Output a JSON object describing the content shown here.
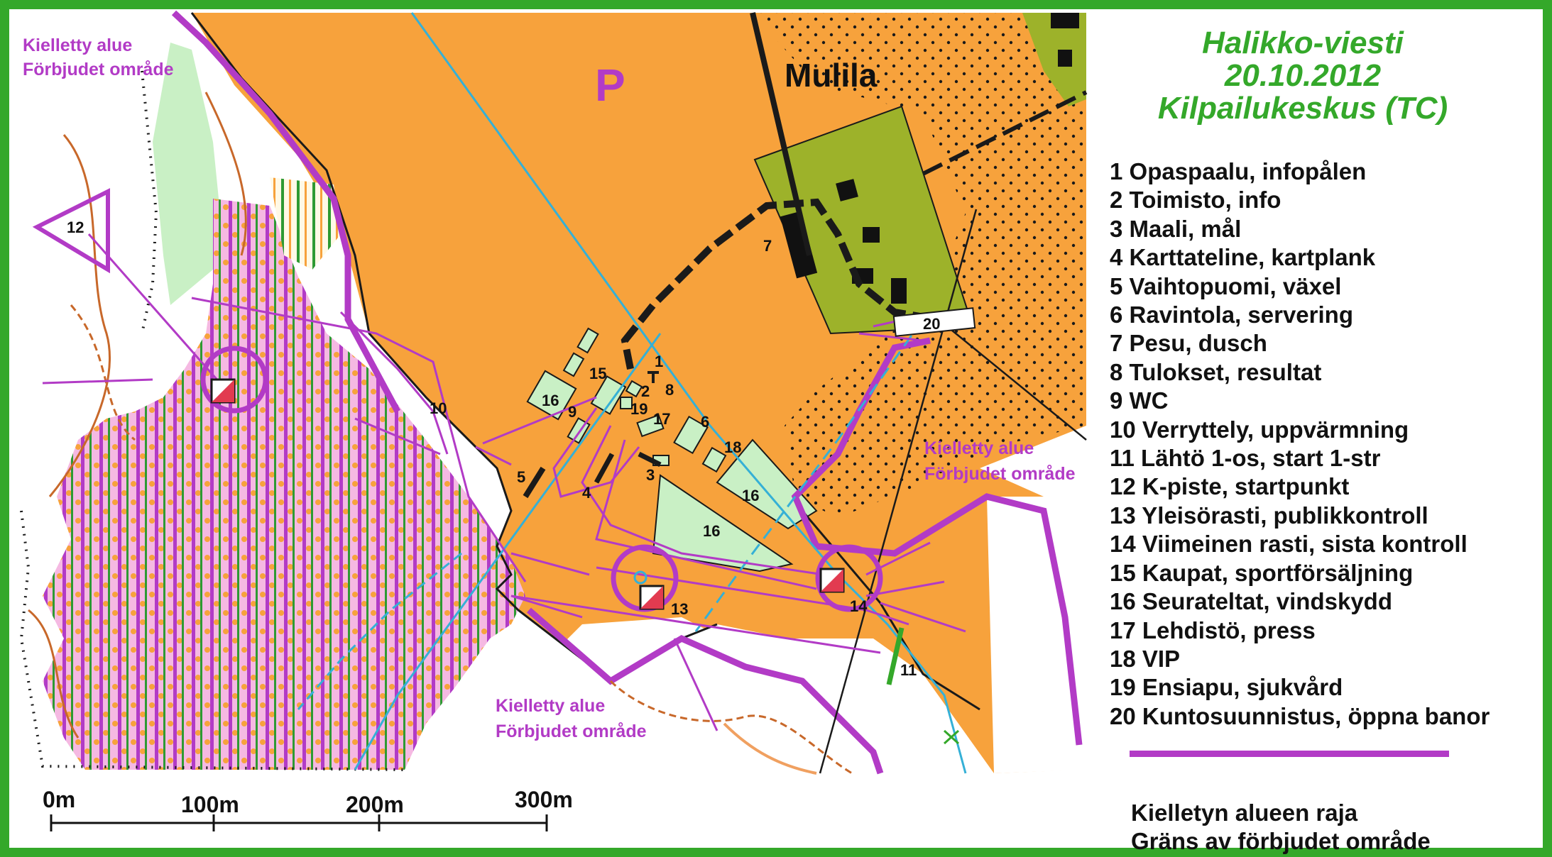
{
  "title_lines": [
    "Halikko-viesti",
    "20.10.2012",
    "Kilpailukeskus (TC)"
  ],
  "legend_items": [
    "1 Opaspaalu, infopålen",
    "2 Toimisto, info",
    "3 Maali, mål",
    "4 Karttateline, kartplank",
    "5 Vaihtopuomi, växel",
    "6 Ravintola, servering",
    "7 Pesu, dusch",
    "8 Tulokset, resultat",
    "9 WC",
    "10 Verryttely, uppvärmning",
    "11 Lähtö 1-os, start 1-str",
    "12 K-piste, startpunkt",
    "13 Yleisörasti, publikkontroll",
    "14 Viimeinen rasti, sista kontroll",
    "15 Kaupat, sportförsäljning",
    "16 Seurateltat, vindskydd",
    "17 Lehdistö, press",
    "18 VIP",
    "19 Ensiapu, sjukvård",
    "20 Kuntosuunnistus, öppna banor"
  ],
  "boundary_legend": [
    "Kielletyn alueen raja",
    "Gräns av förbjudet område"
  ],
  "forbidden_label": [
    "Kielletty alue",
    "Förbjudet område"
  ],
  "map_labels": {
    "parking": "P",
    "village": "Mulila"
  },
  "feature_numbers": [
    "1",
    "2",
    "3",
    "4",
    "5",
    "6",
    "7",
    "8",
    "9",
    "10",
    "11",
    "12",
    "13",
    "14",
    "15",
    "16",
    "17",
    "18",
    "19",
    "20"
  ],
  "scale_bar": [
    "0m",
    "100m",
    "200m",
    "300m"
  ],
  "colors": {
    "frame": "#34a82a",
    "title": "#34a82a",
    "forbidden_magenta": "#b23bc6",
    "open_land": "#f7a23c",
    "settlement_olive": "#9db22a",
    "light_green": "#c9f0c5",
    "water_blue": "#35b0d6",
    "contour_brown": "#c8682a"
  },
  "icons": [
    "start-triangle-icon",
    "control-circle-icon",
    "control-flag-icon",
    "finish-marker-icon",
    "forbidden-hatch-pattern"
  ]
}
